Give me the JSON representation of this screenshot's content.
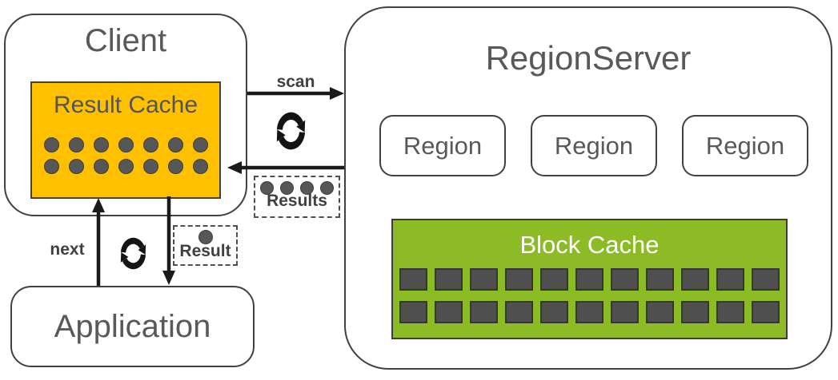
{
  "client": {
    "title": "Client",
    "result_cache": {
      "title": "Result Cache",
      "rows": 2,
      "dots_per_row": 7
    }
  },
  "application": {
    "title": "Application"
  },
  "region_server": {
    "title": "RegionServer",
    "regions": [
      "Region",
      "Region",
      "Region"
    ],
    "block_cache": {
      "title": "Block Cache",
      "rows": 2,
      "squares_per_row": 11
    }
  },
  "flow": {
    "scan_label": "scan",
    "next_label": "next",
    "results_box": {
      "label": "Results",
      "dots": 4
    },
    "result_box": {
      "label": "Result",
      "dots": 1
    }
  },
  "colors": {
    "result_cache_fill": "#FFC000",
    "block_cache_fill": "#8DBB26",
    "box_border": "#404040",
    "title_text": "#595959",
    "block_cache_text": "#FFFFFF",
    "arrow": "#1A1A1A",
    "dot_fill": "#575757",
    "square_fill": "#4F4F4F"
  }
}
